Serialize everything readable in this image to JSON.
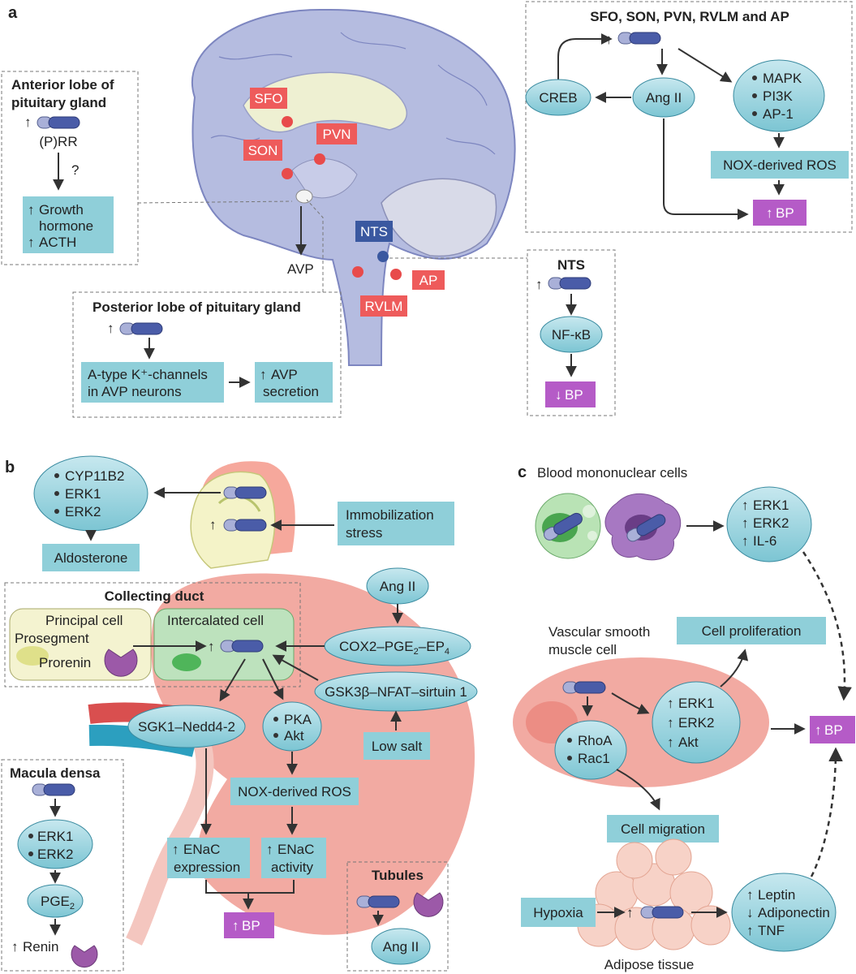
{
  "panels": {
    "a": "a",
    "b": "b",
    "c": "c"
  },
  "panel_a": {
    "anterior": {
      "title_1": "Anterior lobe of",
      "title_2": "pituitary gland",
      "receptor_label": "(P)RR",
      "question": "?",
      "box_1": "Growth",
      "box_2": "hormone",
      "box_3": "ACTH"
    },
    "brain_labels": {
      "sfo": "SFO",
      "son": "SON",
      "pvn": "PVN",
      "nts": "NTS",
      "ap": "AP",
      "rvlm": "RVLM",
      "avp": "AVP"
    },
    "posterior": {
      "title": "Posterior lobe of pituitary gland",
      "box_left_1": "A-type K⁺-channels",
      "box_left_2": "in AVP neurons",
      "box_right_1": "AVP",
      "box_right_2": "secretion"
    },
    "sfo_box": {
      "title": "SFO, SON, PVN, RVLM and AP",
      "creb": "CREB",
      "ang2": "Ang II",
      "mapk": "MAPK",
      "pi3k": "PI3K",
      "ap1": "AP-1",
      "nox": "NOX-derived ROS",
      "bp": "BP"
    },
    "nts_box": {
      "title": "NTS",
      "nfkb": "NF-κB",
      "bp": "BP"
    }
  },
  "panel_b": {
    "adrenal": {
      "cyp": "CYP11B2",
      "erk1": "ERK1",
      "erk2": "ERK2",
      "aldosterone": "Aldosterone",
      "stress_1": "Immobilization",
      "stress_2": "stress"
    },
    "collecting": {
      "title": "Collecting duct",
      "principal": "Principal cell",
      "intercalated": "Intercalated cell",
      "prosegment": "Prosegment",
      "prorenin": "Prorenin"
    },
    "pathway": {
      "ang2": "Ang II",
      "cox2": "COX2–PGE",
      "cox2_sub": "2",
      "cox2_b": "–EP",
      "cox2_sub2": "4",
      "gsk": "GSK3β–NFAT–sirtuin 1",
      "low_salt": "Low salt",
      "sgk": "SGK1–Nedd4-2",
      "pka": "PKA",
      "akt": "Akt",
      "nox": "NOX-derived ROS",
      "enac_exp_1": "ENaC",
      "enac_exp_2": "expression",
      "enac_act_1": "ENaC",
      "enac_act_2": "activity",
      "bp": "BP"
    },
    "macula": {
      "title": "Macula densa",
      "erk1": "ERK1",
      "erk2": "ERK2",
      "pge": "PGE",
      "pge_sub": "2",
      "renin": "Renin"
    },
    "tubules": {
      "title": "Tubules",
      "ang2": "Ang II"
    }
  },
  "panel_c": {
    "blood_title": "Blood mononuclear cells",
    "blood_out": {
      "erk1": "ERK1",
      "erk2": "ERK2",
      "il6": "IL-6"
    },
    "vsmc_1": "Vascular smooth",
    "vsmc_2": "muscle cell",
    "proliferation": "Cell proliferation",
    "rhoa": "RhoA",
    "rac1": "Rac1",
    "vsmc_out": {
      "erk1": "ERK1",
      "erk2": "ERK2",
      "akt": "Akt"
    },
    "migration": "Cell migration",
    "bp": "BP",
    "hypoxia": "Hypoxia",
    "adipose": "Adipose tissue",
    "adipose_out": {
      "leptin": "Leptin",
      "adiponectin": "Adiponectin",
      "tnf": "TNF"
    }
  },
  "colors": {
    "box": "#8fcfd9",
    "bp": "#b55bc7",
    "red_label": "#ee5b5b",
    "nts_label": "#3a58a0",
    "receptor": "#4b5fa8",
    "kidney": "#f2aaa2",
    "brain": "#b5bce0"
  }
}
